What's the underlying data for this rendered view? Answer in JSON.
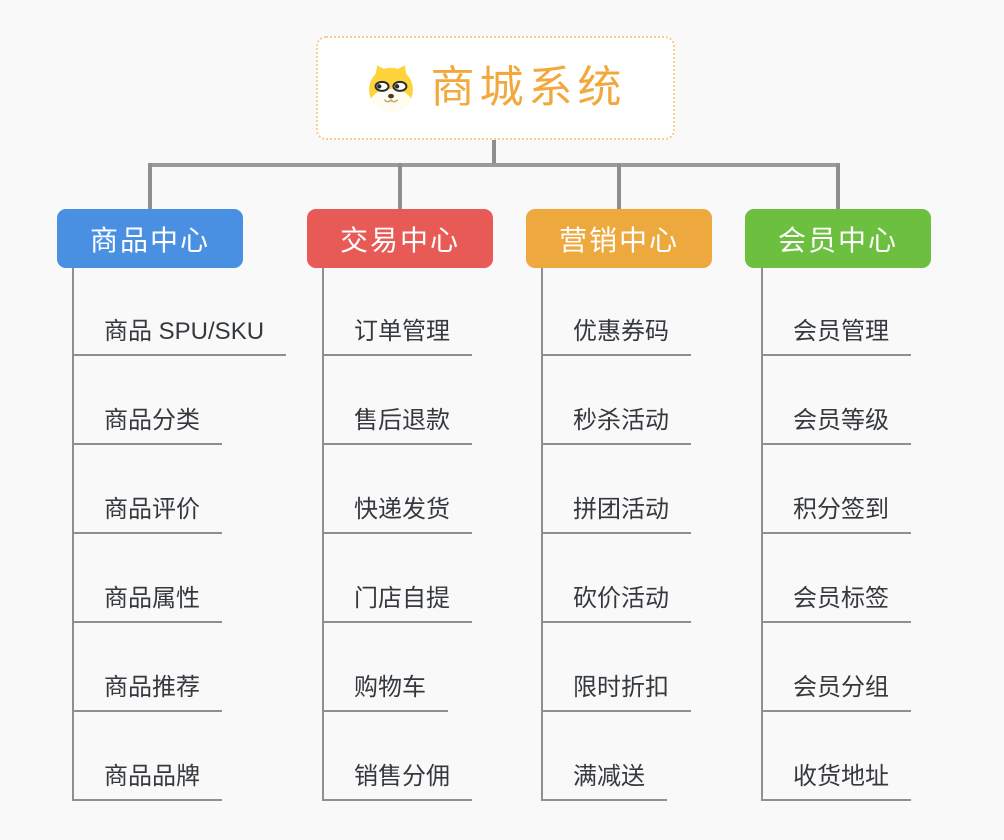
{
  "root": {
    "title": "商城系统",
    "icon": "doge-icon",
    "title_color": "#f2a83d",
    "border_color": "#f6cd92"
  },
  "connector_color": "#8f8f8f",
  "branches": [
    {
      "label": "商品中心",
      "color": "#4990e2",
      "items": [
        "商品 SPU/SKU",
        "商品分类",
        "商品评价",
        "商品属性",
        "商品推荐",
        "商品品牌"
      ]
    },
    {
      "label": "交易中心",
      "color": "#e85a55",
      "items": [
        "订单管理",
        "售后退款",
        "快递发货",
        "门店自提",
        "购物车",
        "销售分佣"
      ]
    },
    {
      "label": "营销中心",
      "color": "#eda83e",
      "items": [
        "优惠券码",
        "秒杀活动",
        "拼团活动",
        "砍价活动",
        "限时折扣",
        "满减送"
      ]
    },
    {
      "label": "会员中心",
      "color": "#6dbf40",
      "items": [
        "会员管理",
        "会员等级",
        "积分签到",
        "会员标签",
        "会员分组",
        "收货地址"
      ]
    }
  ]
}
